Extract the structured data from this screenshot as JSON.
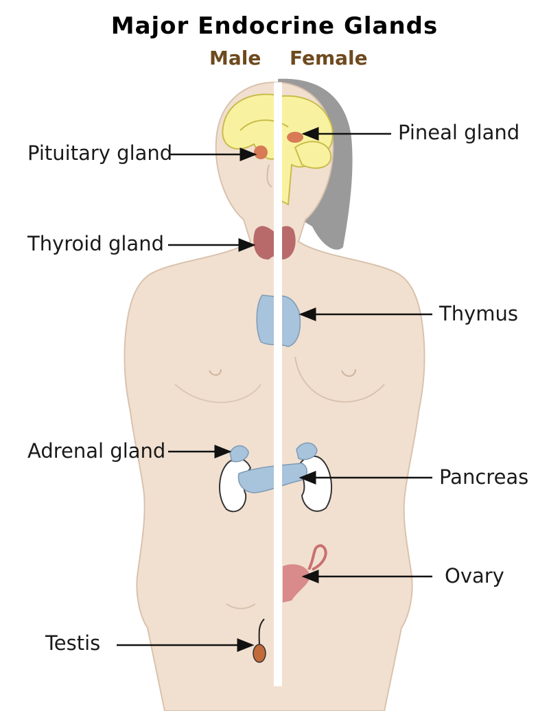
{
  "title": "Major Endocrine Glands",
  "sex_labels": {
    "male": "Male",
    "female": "Female"
  },
  "labels": {
    "pituitary": "Pituitary gland",
    "pineal": "Pineal gland",
    "thyroid": "Thyroid gland",
    "thymus": "Thymus",
    "adrenal": "Adrenal gland",
    "pancreas": "Pancreas",
    "ovary": "Ovary",
    "testis": "Testis"
  },
  "colors": {
    "sex_label": "#6e4a1f",
    "skin": "#f1e0d0",
    "skin_outline": "#d9c2ad",
    "hair": "#9a9a9a",
    "brain": "#f8f2a0",
    "thyroid": "#b86a6a",
    "thymus_pancreas": "#a8c4dc",
    "gland_orange": "#d87a55",
    "ovary": "#d98a8a"
  }
}
